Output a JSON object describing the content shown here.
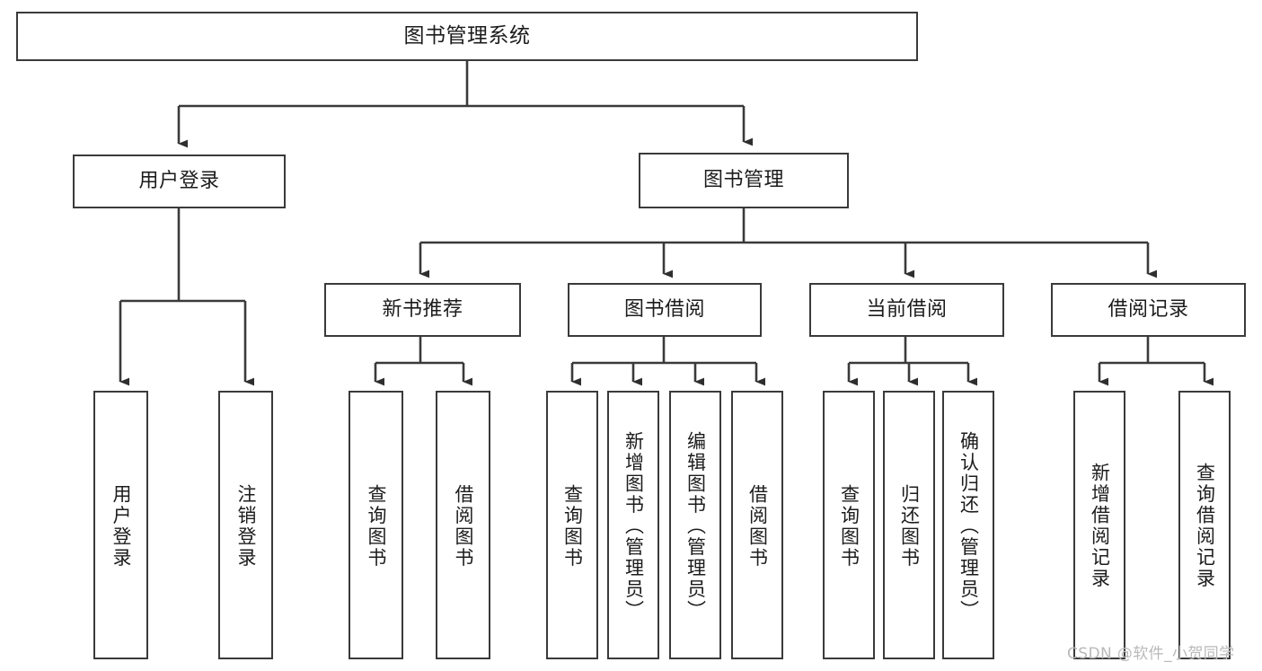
{
  "diagram": {
    "type": "tree-hierarchy-chart",
    "title": "图书管理系统",
    "orientation": "top-down",
    "style": {
      "box_border_color": "#3a3a3a",
      "box_fill_color": "#ffffff",
      "connector_color": "#3a3a3a",
      "text_color": "#1c1c1c",
      "background": "#ffffff"
    },
    "levels": {
      "level1_label": "图书管理系统",
      "level2_labels": [
        "用户登录",
        "图书管理"
      ],
      "level3_labels": [
        "新书推荐",
        "图书借阅",
        "当前借阅",
        "借阅记录"
      ]
    },
    "nodes": {
      "root": {
        "label": "图书管理系统"
      },
      "user_login": {
        "label": "用户登录"
      },
      "book_manage": {
        "label": "图书管理"
      },
      "new_book_rec": {
        "label": "新书推荐"
      },
      "book_borrow": {
        "label": "图书借阅"
      },
      "current_borrow": {
        "label": "当前借阅"
      },
      "borrow_record": {
        "label": "借阅记录"
      },
      "leaf_user_login": {
        "label": "用户登录"
      },
      "leaf_logout": {
        "label": "注销登录"
      },
      "leaf_query_book_a": {
        "label": "查询图书"
      },
      "leaf_borrow_book_a": {
        "label": "借阅图书"
      },
      "leaf_query_book_b": {
        "label": "查询图书"
      },
      "leaf_add_book": {
        "label": "新增图书（管理员）"
      },
      "leaf_edit_book": {
        "label": "编辑图书（管理员）"
      },
      "leaf_borrow_book_b": {
        "label": "借阅图书"
      },
      "leaf_query_book_c": {
        "label": "查询图书"
      },
      "leaf_return_book": {
        "label": "归还图书"
      },
      "leaf_confirm_return": {
        "label": "确认归还（管理员）"
      },
      "leaf_add_record": {
        "label": "新增借阅记录"
      },
      "leaf_query_record": {
        "label": "查询借阅记录"
      }
    },
    "edges": [
      {
        "from": "root",
        "to": "user_login"
      },
      {
        "from": "root",
        "to": "book_manage"
      },
      {
        "from": "user_login",
        "to": "leaf_user_login"
      },
      {
        "from": "user_login",
        "to": "leaf_logout"
      },
      {
        "from": "book_manage",
        "to": "new_book_rec"
      },
      {
        "from": "book_manage",
        "to": "book_borrow"
      },
      {
        "from": "book_manage",
        "to": "current_borrow"
      },
      {
        "from": "book_manage",
        "to": "borrow_record"
      },
      {
        "from": "new_book_rec",
        "to": "leaf_query_book_a"
      },
      {
        "from": "new_book_rec",
        "to": "leaf_borrow_book_a"
      },
      {
        "from": "book_borrow",
        "to": "leaf_query_book_b"
      },
      {
        "from": "book_borrow",
        "to": "leaf_add_book"
      },
      {
        "from": "book_borrow",
        "to": "leaf_edit_book"
      },
      {
        "from": "book_borrow",
        "to": "leaf_borrow_book_b"
      },
      {
        "from": "current_borrow",
        "to": "leaf_query_book_c"
      },
      {
        "from": "current_borrow",
        "to": "leaf_return_book"
      },
      {
        "from": "current_borrow",
        "to": "leaf_confirm_return"
      },
      {
        "from": "borrow_record",
        "to": "leaf_add_record"
      },
      {
        "from": "borrow_record",
        "to": "leaf_query_record"
      }
    ]
  },
  "watermark": {
    "text": "CSDN @软件_小贺同学"
  }
}
